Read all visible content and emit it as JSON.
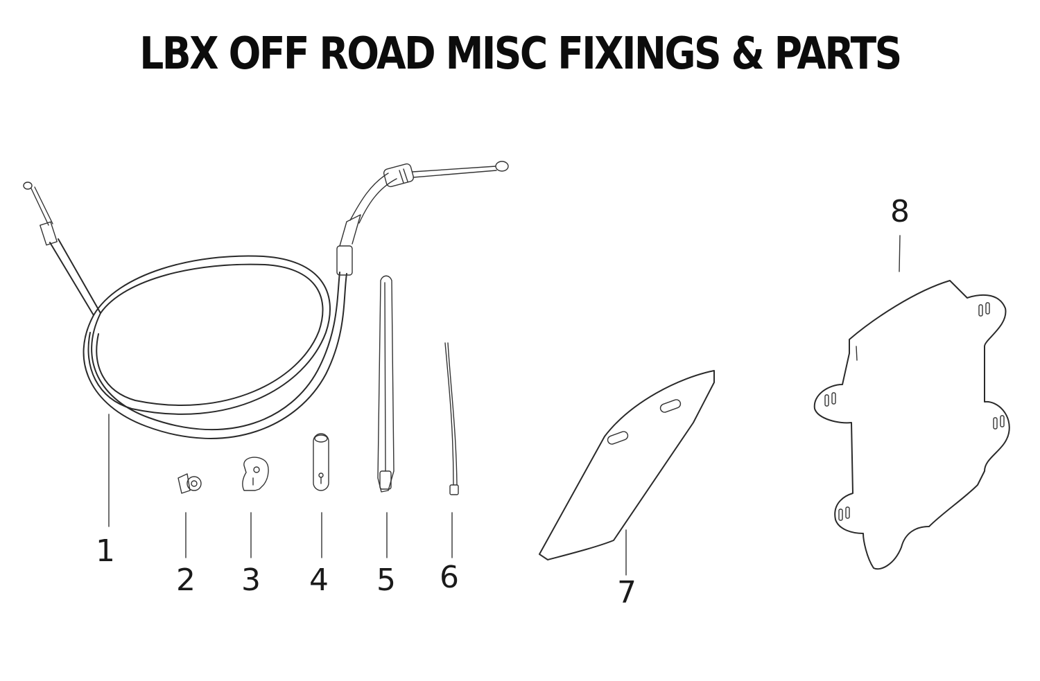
{
  "title": "LBX OFF ROAD MISC FIXINGS & PARTS",
  "callouts": [
    "1",
    "2",
    "3",
    "4",
    "5",
    "6",
    "7",
    "8"
  ]
}
